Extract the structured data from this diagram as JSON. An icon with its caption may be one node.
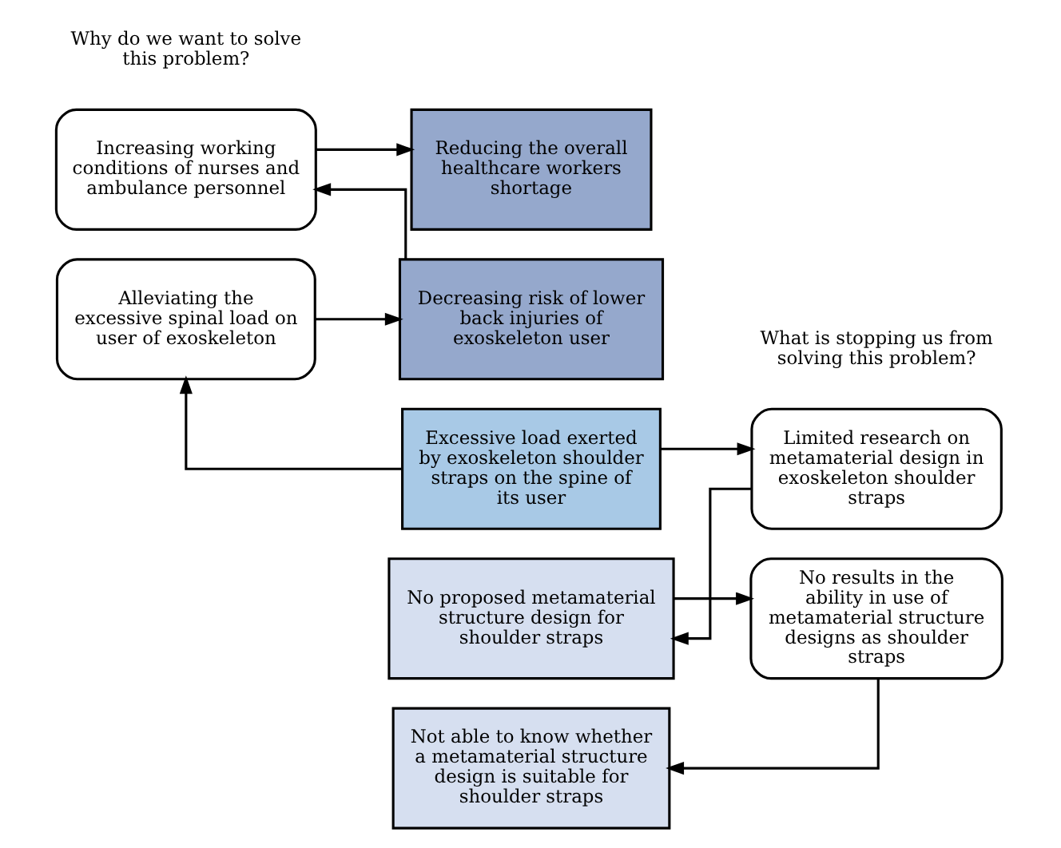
{
  "diagram": {
    "nodes": [
      {
        "text": [
          "Reducing the overall healthcare workers shortage"
        ]
      },
      {
        "text": [
          "Increasing working conditions of nurses and ambulance personnel"
        ]
      },
      {
        "text": [
          "Decreasing risk of lower back injuries of exoskeleton user"
        ]
      },
      {
        "text": [
          "Alleviating the excessive spinal load on user of exoskeleton"
        ]
      },
      {
        "text": [
          "Excessive load exerted by exoskeleton shoulder straps on the spine of its user"
        ]
      },
      {
        "text": [
          "Limited research on metamaterial design in exoskeleton shoulder straps"
        ]
      },
      {
        "text": [
          "No proposed metamaterial structure design for shoulder straps"
        ]
      },
      {
        "text": [
          "No results in the ability in use of metamaterial structure designs as shoulder straps"
        ]
      },
      {
        "text": [
          "Not able to know whether a metamaterial structure design is suitable for shoulder straps"
        ]
      }
    ],
    "edges": [
      {
        "from": 1,
        "to": 0,
        "arrow": "to"
      },
      {
        "from": 2,
        "to": 1,
        "arrow": "to"
      },
      {
        "from": 3,
        "to": 2,
        "arrow": "to"
      },
      {
        "from": 4,
        "to": 3,
        "arrow": "to"
      },
      {
        "from": 4,
        "to": 5,
        "arrow": "to"
      },
      {
        "from": 5,
        "to": 6,
        "arrow": "to"
      },
      {
        "from": 6,
        "to": 7,
        "arrow": "to"
      },
      {
        "from": 7,
        "to": 8,
        "arrow": "to"
      }
    ],
    "labels": [
      "Why do we want to solve this problem?",
      "What is stopping us from solving this problem?"
    ]
  }
}
